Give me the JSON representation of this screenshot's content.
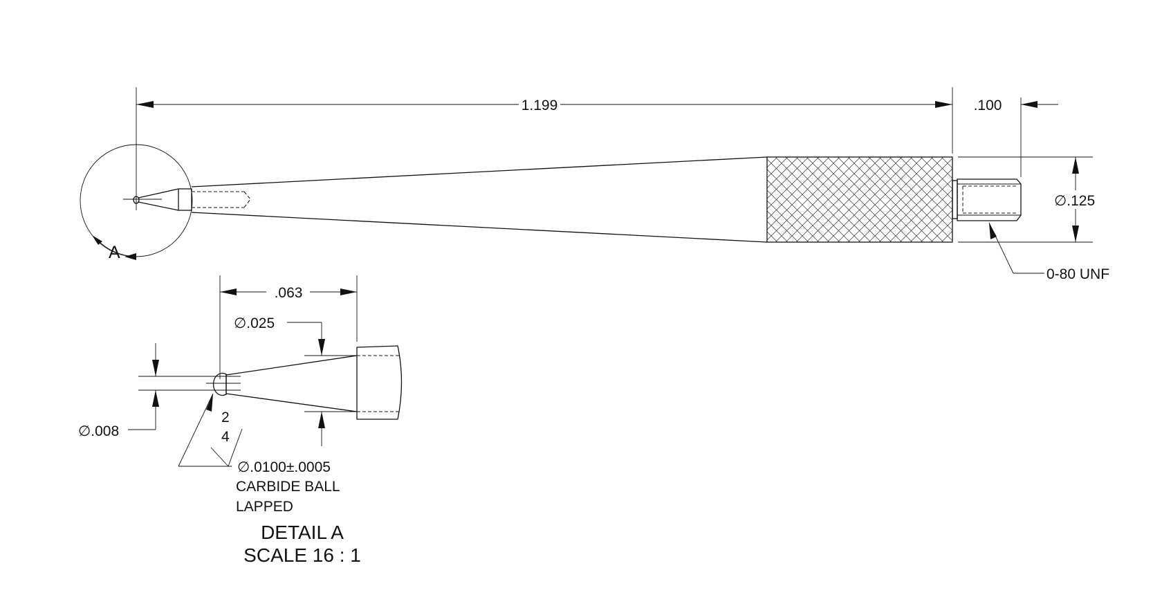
{
  "main_view": {
    "overall_length": "1.199",
    "thread_length": ".100",
    "body_diameter": "∅.125",
    "thread_callout": "0-80 UNF",
    "detail_marker": "A"
  },
  "detail_view": {
    "tip_length": ".063",
    "tip_diameter": "∅.025",
    "stem_diameter": "∅.008",
    "angle_top": "2",
    "angle_bottom": "4",
    "ball_spec": "∅.0100±.0005",
    "ball_material": "CARBIDE BALL",
    "ball_finish": "LAPPED",
    "title": "DETAIL A",
    "scale": "SCALE 16 : 1"
  }
}
